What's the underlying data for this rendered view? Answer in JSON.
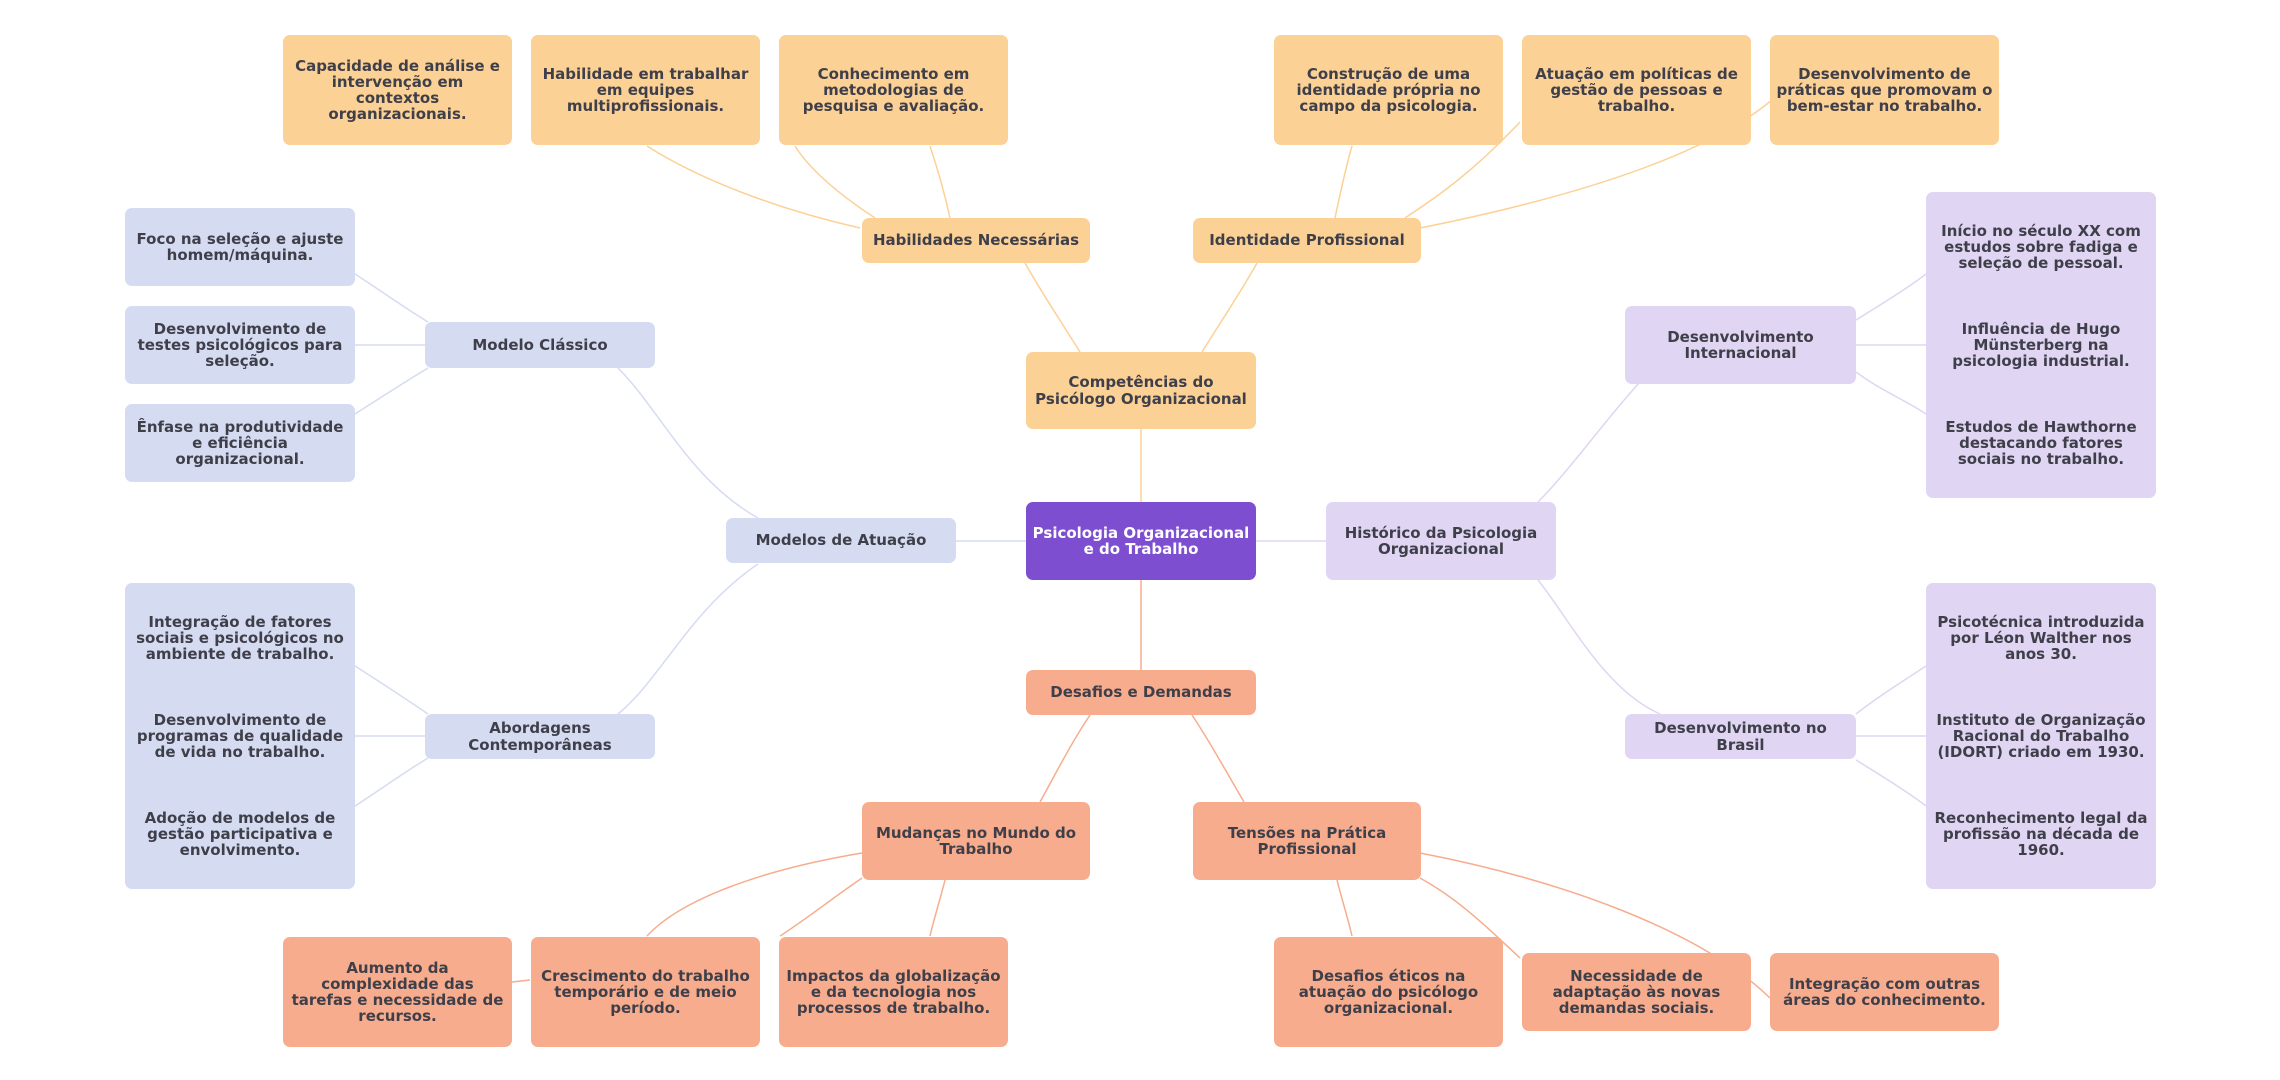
{
  "colors": {
    "root": "#7e4ed0",
    "competencias": "#fcd196",
    "desafios": "#f7ac8d",
    "modelos": "#d5dcf2",
    "historico": "#e0d5f3"
  },
  "root": "Psicologia Organizacional e do Trabalho",
  "competencias": {
    "label": "Competências do Psicólogo Organizacional",
    "habilidades": {
      "label": "Habilidades Necessárias",
      "items": [
        "Capacidade de análise e intervenção em contextos organizacionais.",
        "Habilidade em trabalhar em equipes multiprofissionais.",
        "Conhecimento em metodologias de pesquisa e avaliação."
      ]
    },
    "identidade": {
      "label": "Identidade Profissional",
      "items": [
        "Construção de uma identidade própria no campo da psicologia.",
        "Atuação em políticas de gestão de pessoas e trabalho.",
        "Desenvolvimento de práticas que promovam o bem-estar no trabalho."
      ]
    }
  },
  "modelos": {
    "label": "Modelos de Atuação",
    "classico": {
      "label": "Modelo Clássico",
      "items": [
        "Foco na seleção e ajuste homem/máquina.",
        "Desenvolvimento de testes psicológicos para seleção.",
        "Ênfase na produtividade e eficiência organizacional."
      ]
    },
    "contemporaneas": {
      "label": "Abordagens Contemporâneas",
      "items": [
        "Integração de fatores sociais e psicológicos no ambiente de trabalho.",
        "Desenvolvimento de programas de qualidade de vida no trabalho.",
        "Adoção de modelos de gestão participativa e envolvimento."
      ]
    }
  },
  "historico": {
    "label": "Histórico da Psicologia Organizacional",
    "internacional": {
      "label": "Desenvolvimento Internacional",
      "items": [
        "Início no século XX com estudos sobre fadiga e seleção de pessoal.",
        "Influência de Hugo Münsterberg na psicologia industrial.",
        "Estudos de Hawthorne destacando fatores sociais no trabalho."
      ]
    },
    "brasil": {
      "label": "Desenvolvimento no Brasil",
      "items": [
        "Psicotécnica introduzida por Léon Walther nos anos 30.",
        "Instituto de Organização Racional do Trabalho (IDORT) criado em 1930.",
        "Reconhecimento legal da profissão na década de 1960."
      ]
    }
  },
  "desafios": {
    "label": "Desafios e Demandas",
    "mudancas": {
      "label": "Mudanças no Mundo do Trabalho",
      "items": [
        "Aumento da complexidade das tarefas e necessidade de recursos.",
        "Crescimento do trabalho temporário e de meio período.",
        "Impactos da globalização e da tecnologia nos processos de trabalho."
      ]
    },
    "tensoes": {
      "label": "Tensões na Prática Profissional",
      "items": [
        "Desafios éticos na atuação do psicólogo organizacional.",
        "Necessidade de adaptação às novas demandas sociais.",
        "Integração com outras áreas do conhecimento."
      ]
    }
  }
}
